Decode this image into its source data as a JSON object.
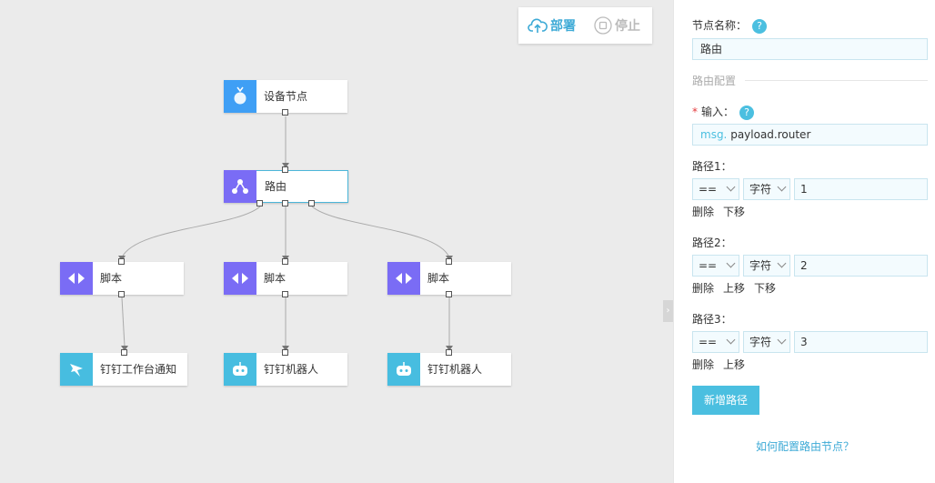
{
  "toolbar": {
    "deploy_label": "部署",
    "stop_label": "停止"
  },
  "nodes": {
    "device": {
      "label": "设备节点",
      "color": "#3f9ff5",
      "icon": "device-icon"
    },
    "router": {
      "label": "路由",
      "color": "#7a6cf5",
      "icon": "router-icon"
    },
    "script1": {
      "label": "脚本",
      "color": "#7a6cf5",
      "icon": "script-icon"
    },
    "script2": {
      "label": "脚本",
      "color": "#7a6cf5",
      "icon": "script-icon"
    },
    "script3": {
      "label": "脚本",
      "color": "#7a6cf5",
      "icon": "script-icon"
    },
    "notify": {
      "label": "钉钉工作台通知",
      "color": "#47bde0",
      "icon": "dingtalk-icon"
    },
    "robot1": {
      "label": "钉钉机器人",
      "color": "#47bde0",
      "icon": "robot-icon"
    },
    "robot2": {
      "label": "钉钉机器人",
      "color": "#47bde0",
      "icon": "robot-icon"
    }
  },
  "panel": {
    "node_name_label": "节点名称：",
    "node_name_value": "路由",
    "section_title": "路由配置",
    "input_label": "输入：",
    "input_prefix": "msg.",
    "input_value": "payload.router",
    "help_glyph": "?",
    "routes": [
      {
        "label": "路径1：",
        "op": "==",
        "type": "字符",
        "value": "1",
        "actions": [
          "删除",
          "下移"
        ]
      },
      {
        "label": "路径2：",
        "op": "==",
        "type": "字符",
        "value": "2",
        "actions": [
          "删除",
          "上移",
          "下移"
        ]
      },
      {
        "label": "路径3：",
        "op": "==",
        "type": "字符",
        "value": "3",
        "actions": [
          "删除",
          "上移"
        ]
      }
    ],
    "add_route_label": "新增路径",
    "help_link": "如何配置路由节点？"
  }
}
